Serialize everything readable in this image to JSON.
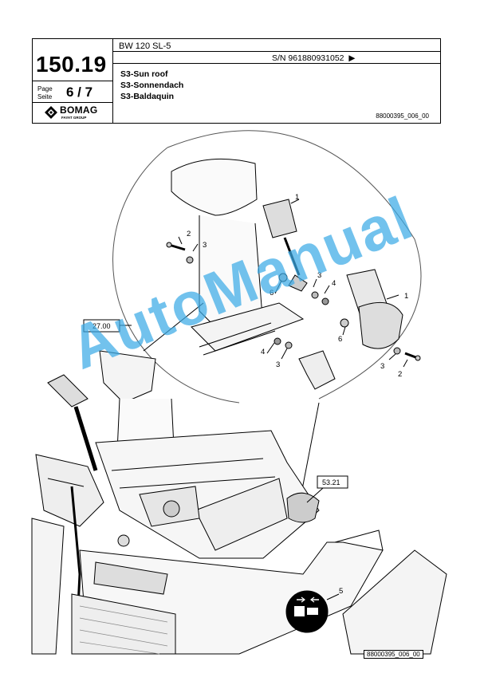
{
  "header": {
    "model": "BW 120 SL-5",
    "serial": "S/N 961880931052",
    "serial_arrow": "▶",
    "page_number": "150.19",
    "page_label_en": "Page",
    "page_label_de": "Seite",
    "page_value": "6 / 7",
    "logo_text": "BOMAG",
    "logo_subtext": "FAYAT GROUP",
    "titles": [
      "S3-Sun roof",
      "S3-Sonnendach",
      "S3-Baldaquin"
    ],
    "doc_number": "88000395_006_00"
  },
  "drawing": {
    "callouts": [
      "1",
      "2",
      "3",
      "6",
      "3",
      "4",
      "1",
      "4",
      "6",
      "3",
      "3",
      "2",
      "5"
    ],
    "refs": [
      "27.00",
      "53.21"
    ],
    "figure_number": "88000395_006_00"
  },
  "watermark": "AutoManual"
}
